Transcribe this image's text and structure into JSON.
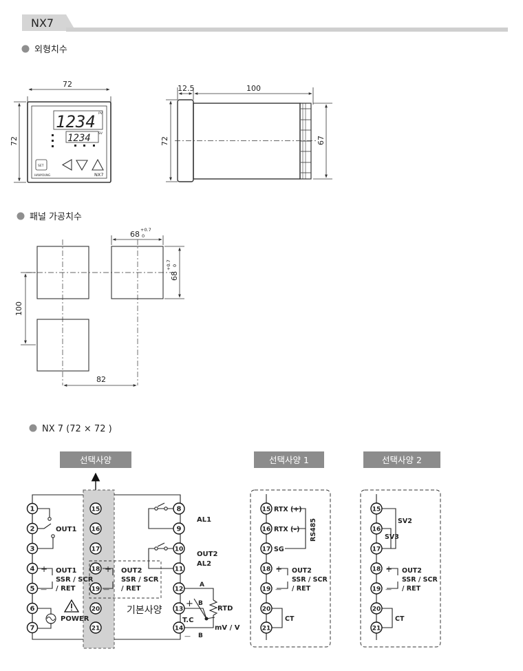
{
  "header": {
    "model_tab": "NX7"
  },
  "sections": {
    "outline": "외형치수",
    "panel": "패널 가공치수",
    "wiring": "NX 7 (72 × 72 )"
  },
  "outline_dims": {
    "front_width": "72",
    "front_height": "72",
    "side_flange": "12.5",
    "side_depth": "100",
    "side_height": "72",
    "side_terminal_height": "67"
  },
  "front_panel": {
    "pv_value": "1234",
    "sv_value": "1234",
    "pv_label": "PV",
    "sv_label": "SV",
    "set_key": "SET",
    "brand": "HANYOUNG",
    "model": "NX7"
  },
  "panel_dims": {
    "cut_width": "68",
    "cut_height": "68",
    "tol_plus": "+0.7",
    "tol_zero": "0",
    "pitch_vertical": "100",
    "pitch_horizontal": "82"
  },
  "wiring": {
    "option_label": "선택사양",
    "option1_label": "선택사양 1",
    "option2_label": "선택사양 2",
    "basic_label": "기본사양",
    "left_terminals": [
      "1",
      "2",
      "3",
      "4",
      "5",
      "6",
      "7"
    ],
    "mid_terminals": [
      "15",
      "16",
      "17",
      "18",
      "19",
      "20",
      "21"
    ],
    "right_terminals": [
      "8",
      "9",
      "10",
      "11",
      "12",
      "13",
      "14"
    ],
    "out1": "OUT1",
    "out1_ssr_1": "OUT1",
    "out1_ssr_2": "SSR / SCR",
    "out1_ssr_3": "/ RET",
    "out2_mid_1": "OUT2",
    "out2_mid_2": "SSR / SCR",
    "out2_mid_3": "/ RET",
    "power": "POWER",
    "al1": "AL1",
    "out2_relay": "OUT2",
    "al2": "AL2",
    "rtd": "RTD",
    "tc": "T.C",
    "mvv": "mV / V",
    "term_a": "A",
    "term_b1": "B",
    "term_b2": "B",
    "plus": "+",
    "minus": "—",
    "opt1": {
      "t15": "RTX (+)",
      "t16": "RTX (–)",
      "t17": "SG",
      "rs485": "RS485",
      "t18_1": "OUT2",
      "t18_2": "SSR / SCR",
      "t18_3": "/ RET",
      "ct": "CT"
    },
    "opt2": {
      "sv2": "SV2",
      "sv3": "SV3",
      "t18_1": "OUT2",
      "t18_2": "SSR / SCR",
      "t18_3": "/ RET",
      "ct": "CT"
    }
  }
}
